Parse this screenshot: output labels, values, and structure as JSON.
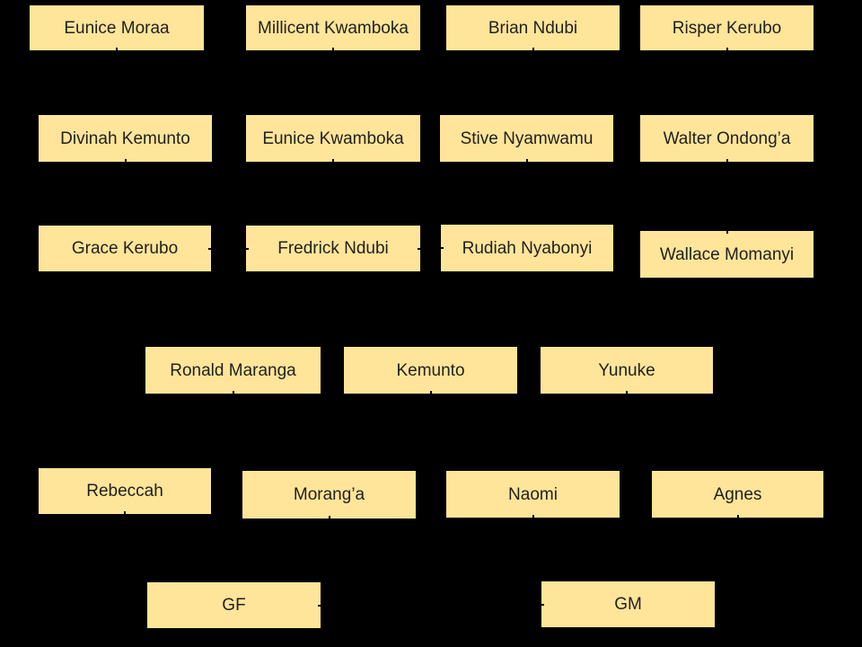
{
  "diagram": {
    "type": "family-tree",
    "background_color": "#000000",
    "node_fill_color": "#FFE599",
    "node_text_color": "#212121",
    "nodes": [
      {
        "id": "eunice-moraa",
        "label": "Eunice Moraa"
      },
      {
        "id": "millicent-kwamboka",
        "label": "Millicent Kwamboka"
      },
      {
        "id": "brian-ndubi",
        "label": "Brian Ndubi"
      },
      {
        "id": "risper-kerubo",
        "label": "Risper Kerubo"
      },
      {
        "id": "divinah-kemunto",
        "label": "Divinah Kemunto"
      },
      {
        "id": "eunice-kwamboka",
        "label": "Eunice Kwamboka"
      },
      {
        "id": "stive-nyamwamu",
        "label": "Stive Nyamwamu"
      },
      {
        "id": "walter-ondonga",
        "label": "Walter Ondong’a"
      },
      {
        "id": "grace-kerubo",
        "label": "Grace Kerubo"
      },
      {
        "id": "fredrick-ndubi",
        "label": "Fredrick Ndubi"
      },
      {
        "id": "rudiah-nyabonyi",
        "label": "Rudiah Nyabonyi"
      },
      {
        "id": "wallace-momanyi",
        "label": "Wallace Momanyi"
      },
      {
        "id": "ronald-maranga",
        "label": "Ronald Maranga"
      },
      {
        "id": "kemunto",
        "label": "Kemunto"
      },
      {
        "id": "yunuke",
        "label": "Yunuke"
      },
      {
        "id": "rebeccah",
        "label": "Rebeccah"
      },
      {
        "id": "moranga",
        "label": "Morang’a"
      },
      {
        "id": "naomi",
        "label": "Naomi"
      },
      {
        "id": "agnes",
        "label": "Agnes"
      },
      {
        "id": "gf",
        "label": "GF"
      },
      {
        "id": "gm",
        "label": "GM"
      }
    ]
  }
}
